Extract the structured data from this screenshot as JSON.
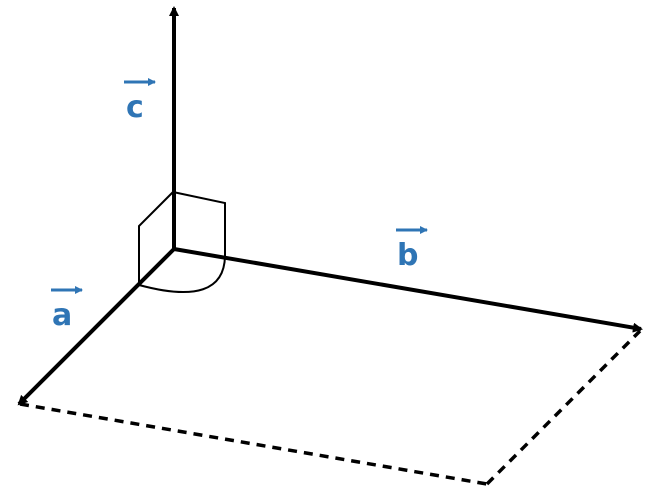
{
  "colors": {
    "axis": "#000000",
    "label": "#2f75b5",
    "background": "#ffffff"
  },
  "vectors": {
    "a": {
      "label": "a",
      "has_arrow_notation": true
    },
    "b": {
      "label": "b",
      "has_arrow_notation": true
    },
    "c": {
      "label": "c",
      "has_arrow_notation": true
    }
  },
  "right_angle_markers": true,
  "dashed_parallelogram": true
}
